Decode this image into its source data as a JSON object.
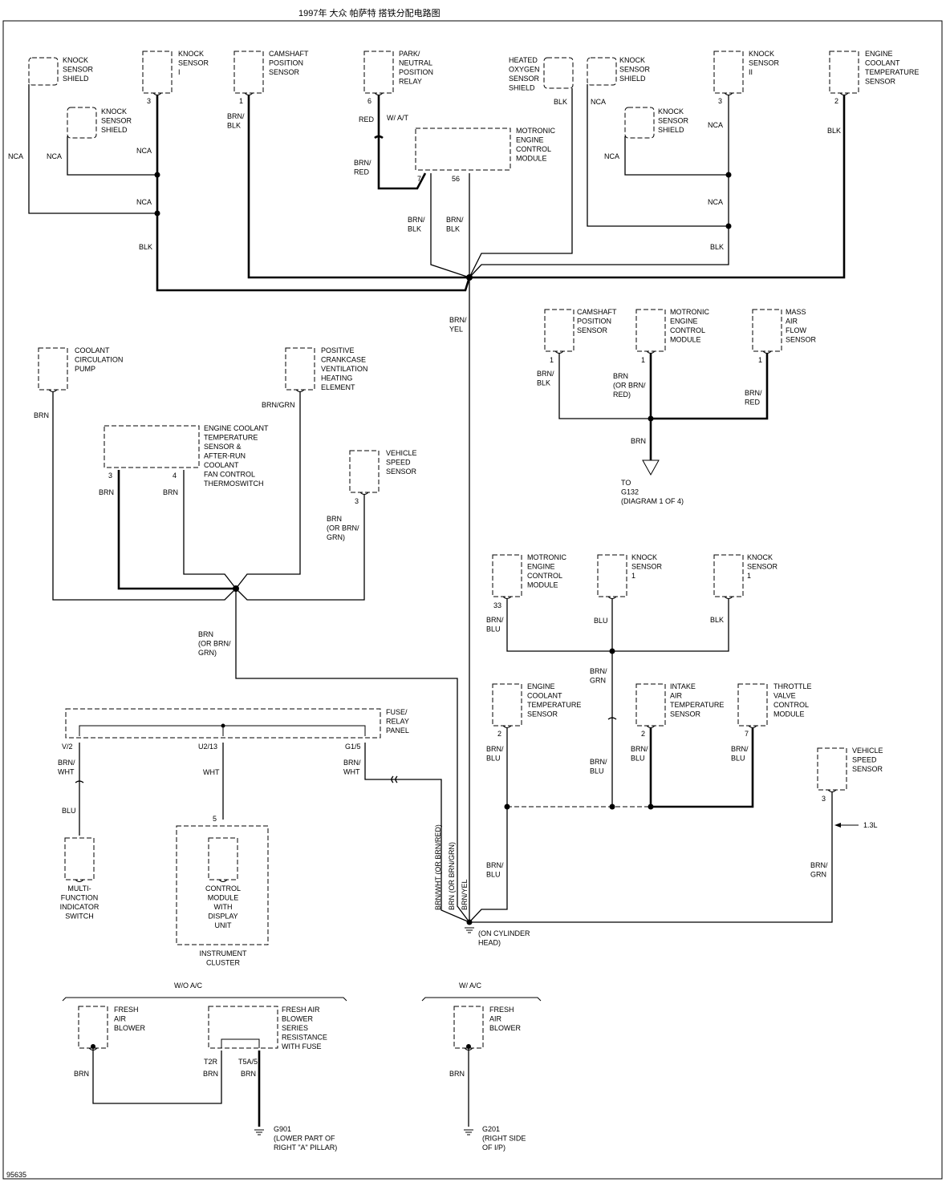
{
  "title": "1997年  大众  帕萨特  搭铁分配电路图",
  "figure_id": "95635",
  "components": {
    "knock_shield_left": "KNOCK|SENSOR|SHIELD",
    "knock_shield_left2": "KNOCK|SENSOR|SHIELD",
    "knock_sensor_1_top": "KNOCK|SENSOR|I",
    "camshaft_top": "CAMSHAFT|POSITION|SENSOR",
    "park_neutral": "PARK/|NEUTRAL|POSITION|RELAY",
    "heated_o2_shield": "HEATED|OXYGEN|SENSOR|SHIELD",
    "motronic_top": "MOTRONIC|ENGINE|CONTROL|MODULE",
    "knock_shield_right": "KNOCK|SENSOR|SHIELD",
    "knock_shield_right2": "KNOCK|SENSOR|SHIELD",
    "knock_sensor_2_top": "KNOCK|SENSOR|II",
    "ect_top": "ENGINE|COOLANT|TEMPERATURE|SENSOR",
    "camshaft_mid": "CAMSHAFT|POSITION|SENSOR",
    "motronic_mid": "MOTRONIC|ENGINE|CONTROL|MODULE",
    "maf": "MASS|AIR|FLOW|SENSOR",
    "coolant_pump": "COOLANT|CIRCULATION|PUMP",
    "pcv_heater": "POSITIVE|CRANKCASE|VENTILATION|HEATING|ELEMENT",
    "ect_afterrun": "ENGINE COOLANT|TEMPERATURE|SENSOR &|AFTER-RUN|COOLANT|FAN CONTROL|THERMOSWITCH",
    "vss_left": "VEHICLE|SPEED|SENSOR",
    "motronic_low": "MOTRONIC|ENGINE|CONTROL|MODULE",
    "knock_low_a": "KNOCK|SENSOR|1",
    "knock_low_b": "KNOCK|SENSOR|1",
    "ect_low": "ENGINE|COOLANT|TEMPERATURE|SENSOR",
    "iat": "INTAKE|AIR|TEMPERATURE|SENSOR",
    "throttle": "THROTTLE|VALVE|CONTROL|MODULE",
    "vss_right": "VEHICLE|SPEED|SENSOR",
    "fuse_panel": "FUSE/|RELAY|PANEL",
    "multifunction": "MULTI-|FUNCTION|INDICATOR|SWITCH",
    "control_module_display": "CONTROL|MODULE|WITH|DISPLAY|UNIT",
    "instrument_cluster": "INSTRUMENT|CLUSTER",
    "fresh_blower_1": "FRESH|AIR|BLOWER",
    "blower_resistance": "FRESH AIR|BLOWER|SERIES|RESISTANCE|WITH FUSE",
    "fresh_blower_2": "FRESH|AIR|BLOWER"
  },
  "labels": {
    "nca": "NCA",
    "blk": "BLK",
    "red": "RED",
    "brn": "BRN",
    "brn_blk": "BRN/|BLK",
    "brn_red": "BRN/|RED",
    "brn_yel": "BRN/|YEL",
    "brn_or_brn_red": "BRN|(OR BRN/|RED)",
    "brn_grn": "BRN/GRN",
    "brn_or_brn_grn_3": "BRN|(OR BRN/|GRN)",
    "brn_or_brn_grn_b": "BRN|(OR BRN/|GRN)",
    "brn_blu": "BRN/|BLU",
    "blu": "BLU",
    "brn_grn2": "BRN/|GRN",
    "brn_wht": "BRN/|WHT",
    "wht": "WHT",
    "brn_grn_r": "BRN/|GRN",
    "wa_t": "W/ A/T",
    "l13": "1.3L",
    "to_g132": "TO|G132|(DIAGRAM 1 OF 4)",
    "ground_main": "(ON CYLINDER|HEAD)",
    "vert_1": "BRN/WHT (OR BRN/RED)",
    "vert_2": "BRN (OR BRN/GRN)",
    "vert_3": "BRN/YEL",
    "wo_ac": "W/O A/C",
    "w_ac": "W/ A/C",
    "g901": "G901|(LOWER PART OF|RIGHT \"A\" PILLAR)",
    "g201": "G201|(RIGHT SIDE|OF I/P)"
  },
  "pins": {
    "p3a": "3",
    "p1a": "1",
    "p6": "6",
    "p7": "7",
    "p56": "56",
    "p3b": "3",
    "p2a": "2",
    "p1b": "1",
    "p1c": "1",
    "p1d": "1",
    "p3c": "3",
    "p4": "4",
    "p3d": "3",
    "p33": "33",
    "p2b": "2",
    "p2c": "2",
    "p7b": "7",
    "p3e": "3",
    "v2": "V/2",
    "u213": "U2/13",
    "g15": "G1/5",
    "p5": "5",
    "t2r": "T2R",
    "t5a5": "T5A/5"
  }
}
